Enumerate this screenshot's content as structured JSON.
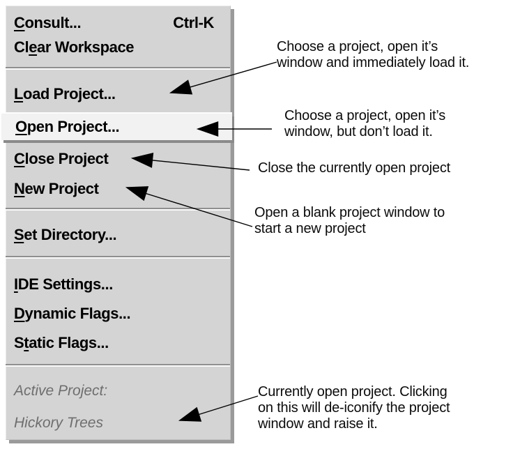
{
  "menu": {
    "items": [
      {
        "id": "consult",
        "pre": "",
        "mn": "C",
        "post": "onsult...",
        "accel": "Ctrl-K"
      },
      {
        "id": "clear-workspace",
        "pre": "Cl",
        "mn": "e",
        "post": "ar Workspace",
        "accel": ""
      },
      {
        "id": "load-project",
        "pre": "",
        "mn": "L",
        "post": "oad Project...",
        "accel": ""
      },
      {
        "id": "open-project",
        "pre": "",
        "mn": "O",
        "post": "pen Project...",
        "accel": "",
        "highlighted": true
      },
      {
        "id": "close-project",
        "pre": "",
        "mn": "C",
        "post": "lose Project",
        "accel": ""
      },
      {
        "id": "new-project",
        "pre": "",
        "mn": "N",
        "post": "ew Project",
        "accel": ""
      },
      {
        "id": "set-directory",
        "pre": "",
        "mn": "S",
        "post": "et Directory...",
        "accel": ""
      },
      {
        "id": "ide-settings",
        "pre": "",
        "mn": "I",
        "post": "DE Settings...",
        "accel": ""
      },
      {
        "id": "dynamic-flags",
        "pre": "",
        "mn": "D",
        "post": "ynamic Flags...",
        "accel": ""
      },
      {
        "id": "static-flags",
        "pre": "S",
        "mn": "t",
        "post": "atic Flags...",
        "accel": ""
      }
    ],
    "status": {
      "label": "Active Project:",
      "value": "Hickory Trees"
    }
  },
  "annotations": [
    {
      "target": "load-project",
      "lines": [
        "Choose a project, open it’s",
        "window and immediately load it."
      ]
    },
    {
      "target": "open-project",
      "lines": [
        "Choose a project, open it’s",
        "window, but don’t load it."
      ]
    },
    {
      "target": "close-project",
      "lines": [
        "Close the currently open project"
      ]
    },
    {
      "target": "new-project",
      "lines": [
        "Open a blank project window to",
        "start a new project"
      ]
    },
    {
      "target": "active-project",
      "lines": [
        "Currently open project. Clicking",
        "on this will de-iconify the project",
        "window and raise it."
      ]
    }
  ],
  "colors": {
    "menu_background": "#d4d4d4",
    "highlight_background": "#f2f2f2",
    "menu_shadow": "#9a9a9a",
    "separator_dark": "#8f8f8f",
    "separator_light": "#fafafa",
    "inactive_text": "#6e6e6e",
    "text": "#000000"
  }
}
